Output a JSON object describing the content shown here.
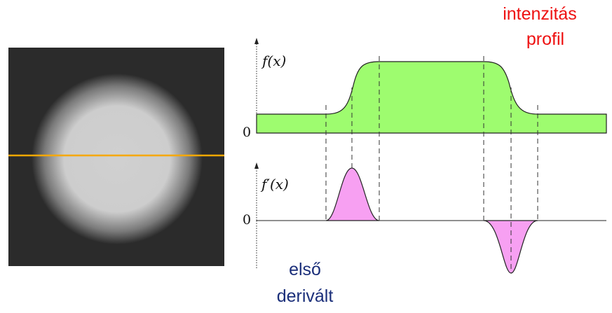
{
  "image_panel": {
    "background_color": "#2b2b2b",
    "disc_color": "#d0d0d0",
    "scanline_color": "#f5a800"
  },
  "profile_plot": {
    "ylabel": "f(x)",
    "zero_label": "0",
    "fill_color": "#9efc6f"
  },
  "derivative_plot": {
    "ylabel": "f′(x)",
    "zero_label": "0",
    "fill_color": "#f7a0f2"
  },
  "captions": {
    "intensity_line1": "intenzitás",
    "intensity_line2": "profil",
    "intensity_color": "#ee1111",
    "derivative_line1": "első",
    "derivative_line2": "derivált",
    "derivative_color": "#1b2f7a"
  }
}
